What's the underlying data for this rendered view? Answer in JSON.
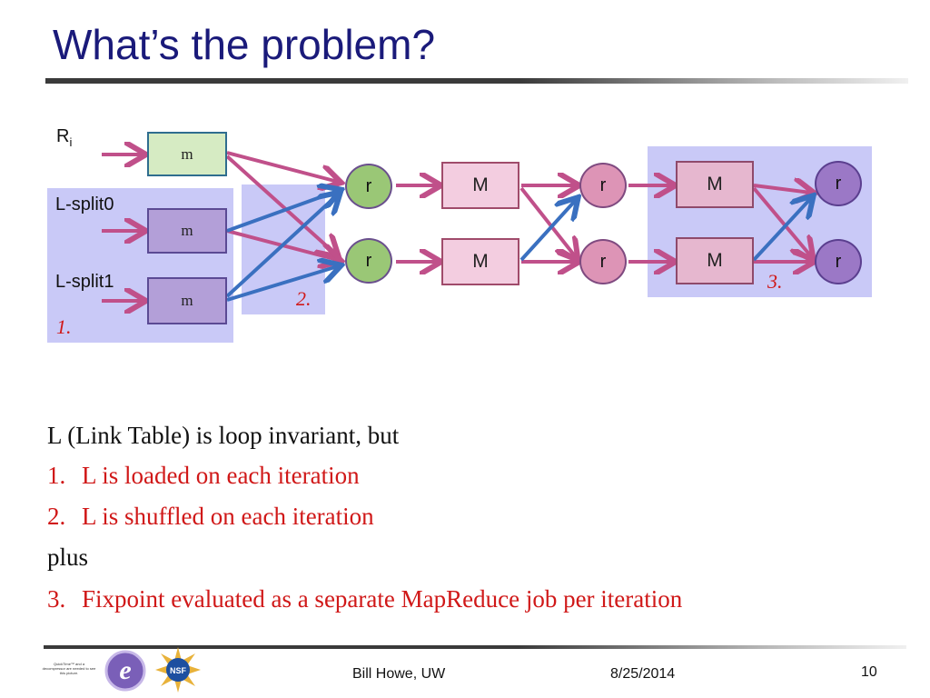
{
  "slide": {
    "title": "What’s the problem?"
  },
  "diagram": {
    "ri_label": "R",
    "ri_sub": "i",
    "lsplit0": "L-split0",
    "lsplit1": "L-split1",
    "m_label": "m",
    "r_label": "r",
    "M_label": "M",
    "region1": "1.",
    "region2": "2.",
    "region3": "3."
  },
  "body": {
    "intro": "L (Link Table) is loop invariant, but",
    "item1_num": "1.",
    "item1": "L is loaded on each iteration",
    "item2_num": "2.",
    "item2": "L is shuffled on each iteration",
    "plus": "plus",
    "item3_num": "3.",
    "item3": "Fixpoint evaluated as a separate MapReduce job per iteration"
  },
  "footer": {
    "author": "Bill Howe, UW",
    "date": "8/25/2014",
    "page": "10",
    "quicktime_text": "QuickTime™ and a decompressor are needed to see this picture."
  },
  "colors": {
    "title": "#1a1a7a",
    "highlight_red": "#d01818",
    "arrow_pink": "#c0508a",
    "arrow_blue": "#3a70c0",
    "region": "#c9c9f7"
  }
}
